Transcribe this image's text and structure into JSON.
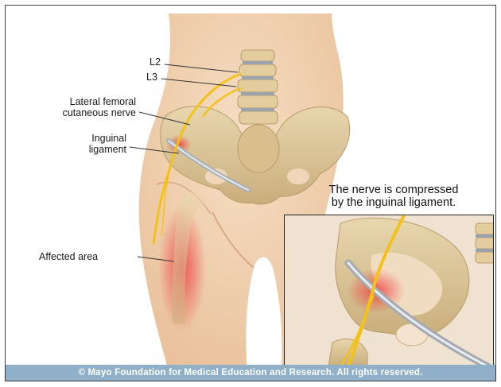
{
  "labels": {
    "l2": "L2",
    "l3": "L3",
    "lfcn_line1": "Lateral femoral",
    "lfcn_line2": "cutaneous nerve",
    "inguinal_line1": "Inguinal",
    "inguinal_line2": "ligament",
    "affected": "Affected area"
  },
  "callout": {
    "line1": "The nerve is compressed",
    "line2": "by the inguinal ligament."
  },
  "footer": {
    "copyright": "© Mayo Foundation for Medical Education and Research.  All rights reserved."
  },
  "colors": {
    "skin": "#f2d3b3",
    "bone": "#ddc69a",
    "nerve": "#f2c21a",
    "ligament": "#b7bcc4",
    "inflammation": "#ef4a4a",
    "footer_bg": "#8fb0c8"
  }
}
